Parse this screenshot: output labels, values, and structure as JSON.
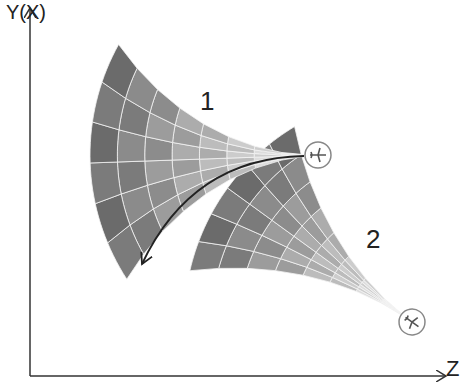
{
  "diagram": {
    "labels": [
      "Y(X)",
      "Z",
      "1",
      "2"
    ]
  }
}
